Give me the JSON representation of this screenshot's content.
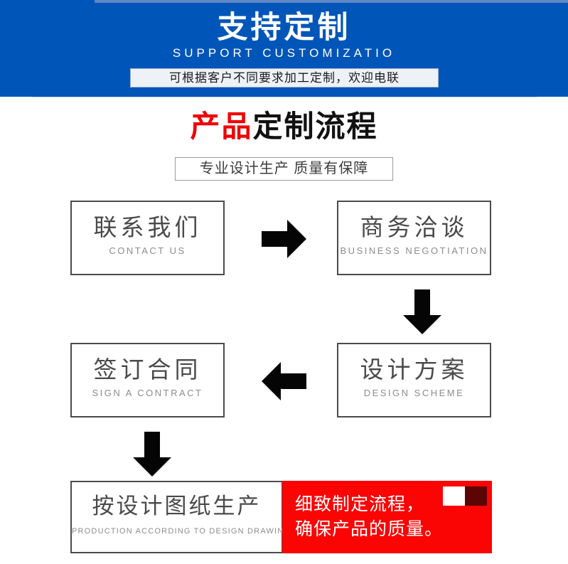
{
  "banner": {
    "title": "支持定制",
    "subtitle": "SUPPORT CUSTOMIZATIO",
    "pill": "可根据客户不同要求加工定制，欢迎电联",
    "bg_color": "#0055b8",
    "pill_bg_color": "#eef1f5"
  },
  "section": {
    "title_highlight": "产品",
    "title_rest": "定制流程",
    "highlight_color": "#ee0000",
    "subtitle": "专业设计生产 质量有保障"
  },
  "flow": {
    "steps": [
      {
        "cn": "联系我们",
        "en": "CONTACT US"
      },
      {
        "cn": "商务洽谈",
        "en": "BUSINESS  NEGOTIATION"
      },
      {
        "cn": "设计方案",
        "en": "DESIGN  SCHEME"
      },
      {
        "cn": "签订合同",
        "en": "SIGN A CONTRACT"
      },
      {
        "cn": "按设计图纸生产",
        "en": "PRODUCTION  ACCORDING  TO  DESIGN  DRAWINGS"
      }
    ],
    "arrows": [
      {
        "name": "arrow-right-icon",
        "direction": "right"
      },
      {
        "name": "arrow-down-icon",
        "direction": "down"
      },
      {
        "name": "arrow-left-icon",
        "direction": "left"
      },
      {
        "name": "arrow-down-icon",
        "direction": "down"
      }
    ]
  },
  "promo": {
    "line1": "细致制定流程，",
    "line2": "确保产品的质量。",
    "bg_color": "#fb0404",
    "square_light_color": "#ffffff",
    "square_dark_color": "#5b0505"
  }
}
